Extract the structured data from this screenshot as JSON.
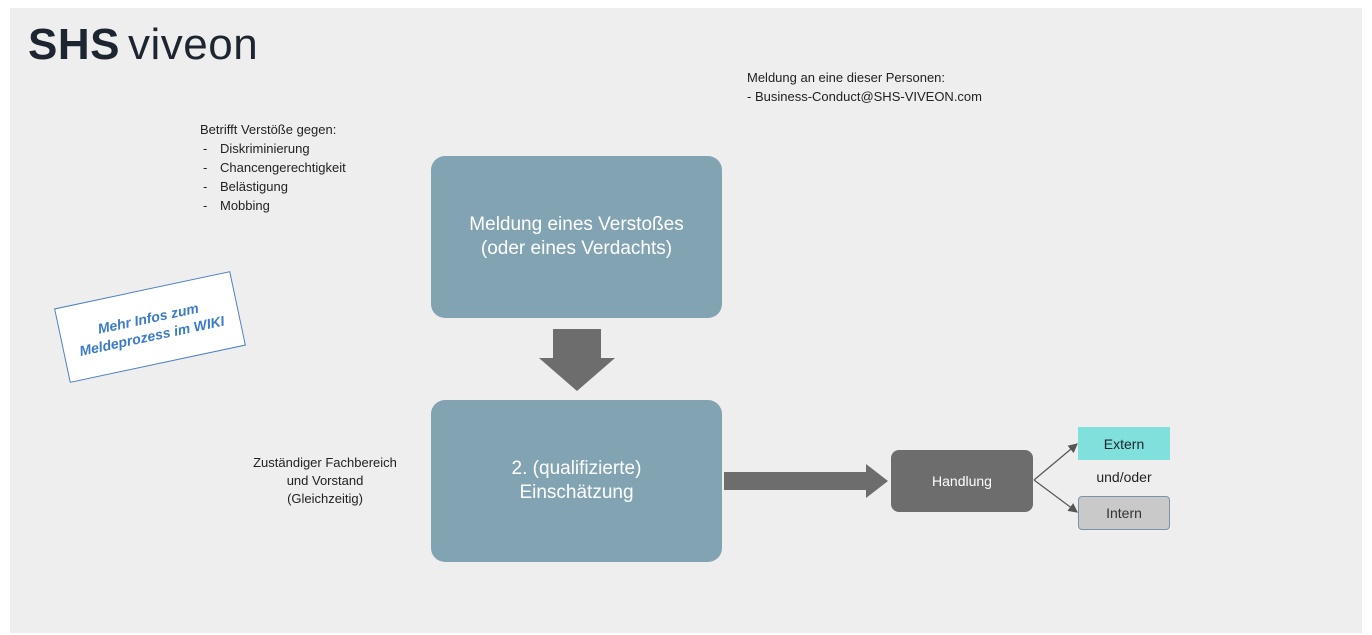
{
  "logo": {
    "bold": "SHS",
    "light": "viveon"
  },
  "report_to": {
    "heading": "Meldung an eine dieser Personen:",
    "contact": "- Business-Conduct@SHS-VIVEON.com"
  },
  "violations": {
    "heading": "Betrifft Verstöße gegen:",
    "items": [
      "Diskriminierung",
      "Chancengerechtigkeit",
      "Belästigung",
      "Mobbing"
    ]
  },
  "wiki_note": {
    "line1": "Mehr Infos zum",
    "line2": "Meldeprozess im WIKI"
  },
  "box_report": {
    "line1": "Meldung eines Verstoßes",
    "line2": "(oder eines Verdachts)"
  },
  "box_assess": {
    "line1": "2. (qualifizierte)",
    "line2": "Einschätzung"
  },
  "dept": {
    "line1": "Zuständiger Fachbereich",
    "line2": "und Vorstand",
    "line3": "(Gleichzeitig)"
  },
  "action": {
    "label": "Handlung"
  },
  "outcomes": {
    "extern": "Extern",
    "connector": "und/oder",
    "intern": "Intern"
  },
  "colors": {
    "main_box": "#82a3b2",
    "arrow": "#6d6d6d",
    "extern": "#7fe0dc",
    "intern": "#c9c9c9",
    "wiki_text": "#3a7bc8"
  }
}
